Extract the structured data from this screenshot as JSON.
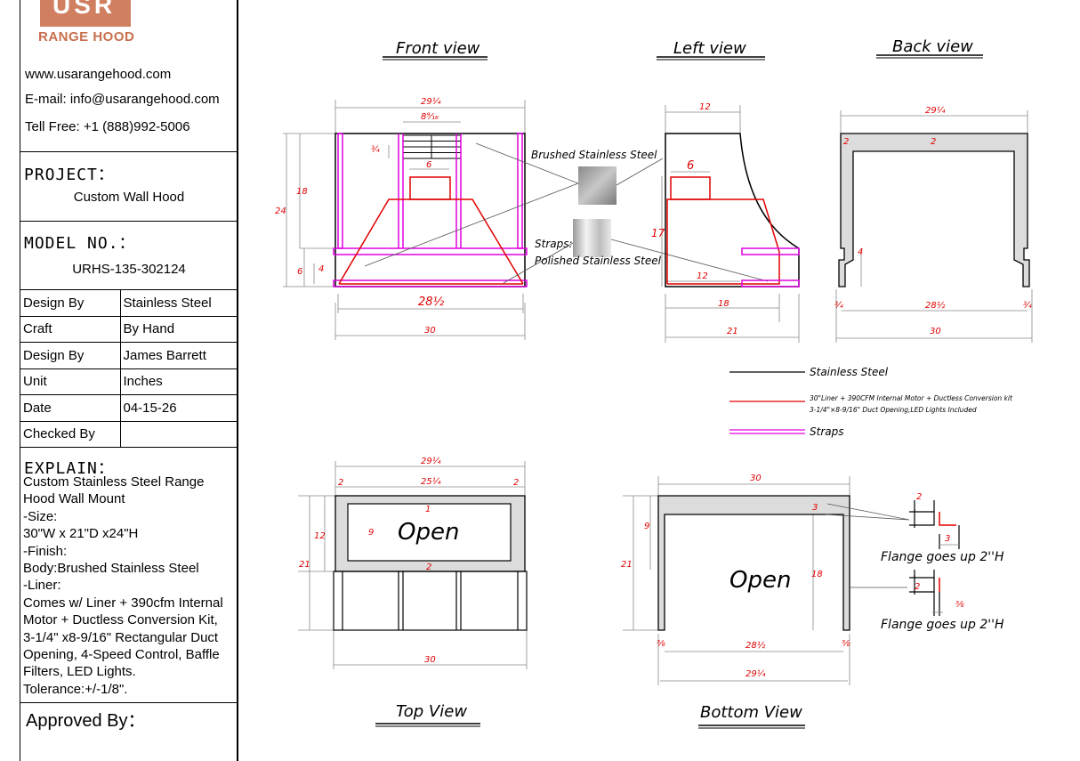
{
  "logo": {
    "mark": "USR",
    "subtitle": "RANGE HOOD"
  },
  "contact": {
    "website": "www.usarangehood.com",
    "email": "E-mail: info@usarangehood.com",
    "phone": "Tell Free: +1 (888)992-5006"
  },
  "project": {
    "label": "PROJECT：",
    "value": "Custom Wall Hood"
  },
  "model": {
    "label": "MODEL NO.：",
    "value": "URHS-135-302124"
  },
  "info_rows": [
    {
      "label": "Design By",
      "value": "Stainless Steel"
    },
    {
      "label": "Craft",
      "value": "By Hand"
    },
    {
      "label": "Design By",
      "value": "James Barrett"
    },
    {
      "label": "Unit",
      "value": "Inches"
    },
    {
      "label": "Date",
      "value": "04-15-26"
    },
    {
      "label": "Checked By",
      "value": ""
    }
  ],
  "explain": {
    "label": "EXPLAIN：",
    "body": "Custom Stainless Steel Range\nHood Wall Mount\n-Size:\n30\"W x 21\"D x24\"H\n-Finish:\nBody:Brushed Stainless Steel\n-Liner:\nComes w/ Liner + 390cfm Internal\nMotor + Ductless Conversion Kit,\n3-1/4\" x8-9/16\" Rectangular Duct\nOpening, 4-Speed Control, Baffle\nFilters, LED Lights.\nTolerance:+/-1/8\"."
  },
  "approved": "Approved By：",
  "views": {
    "front": "Front view",
    "left": "Left view",
    "back": "Back view",
    "top": "Top View",
    "bottom": "Bottom View"
  },
  "callouts": {
    "brushed": "Brushed Stainless Steel",
    "straps": "Straps:",
    "polished": "Polished Stainless Steel",
    "open": "Open",
    "flange": "Flange goes up 2''H"
  },
  "legend": {
    "stainless": "Stainless Steel",
    "liner_line1": "30\"Liner + 390CFM Internal Motor + Ductless Conversion kit",
    "liner_line2": "3-1/4\"×8-9/16\" Duct Opening,LED Lights Included",
    "straps": "Straps"
  },
  "dims": {
    "front": {
      "top_w": "29¼",
      "vent_w": "8⁹⁄₁₆",
      "vent_h": "¾",
      "duct_w": "6",
      "h_18": "18",
      "h_24": "24",
      "h_6": "6",
      "h_4": "4",
      "inner_w": "28½",
      "total_w": "30"
    },
    "left": {
      "top_d": "12",
      "duct_d": "6",
      "h_17": "17",
      "liner_d": "12",
      "inner_d": "18",
      "total_d": "21"
    },
    "back": {
      "top_w": "29¼",
      "wall_a": "2",
      "wall_b": "2",
      "h_4": "4",
      "side_a": "¾",
      "inner_w": "28½",
      "side_b": "¾",
      "total_w": "30"
    },
    "top": {
      "outer_w": "29¼",
      "side_l": "2",
      "inner_w": "25¼",
      "side_r": "2",
      "gap": "1",
      "depth_9": "9",
      "depth_12": "12",
      "depth_21": "21",
      "front_2": "2",
      "total_w": "30"
    },
    "bottom": {
      "top_w": "30",
      "rim_3": "3",
      "h_9": "9",
      "h_21": "21",
      "h_18": "18",
      "side_l": "⅜",
      "inner_w": "28½",
      "side_r": "⅜",
      "outer_w": "29¼"
    },
    "flange": {
      "a_top": "2",
      "a_side": "3",
      "b_top": "2",
      "b_side": "⅜"
    }
  },
  "colors": {
    "liner": "#e00000",
    "straps": "#e000e0",
    "steel": "#000000",
    "logo": "#c8704e"
  }
}
